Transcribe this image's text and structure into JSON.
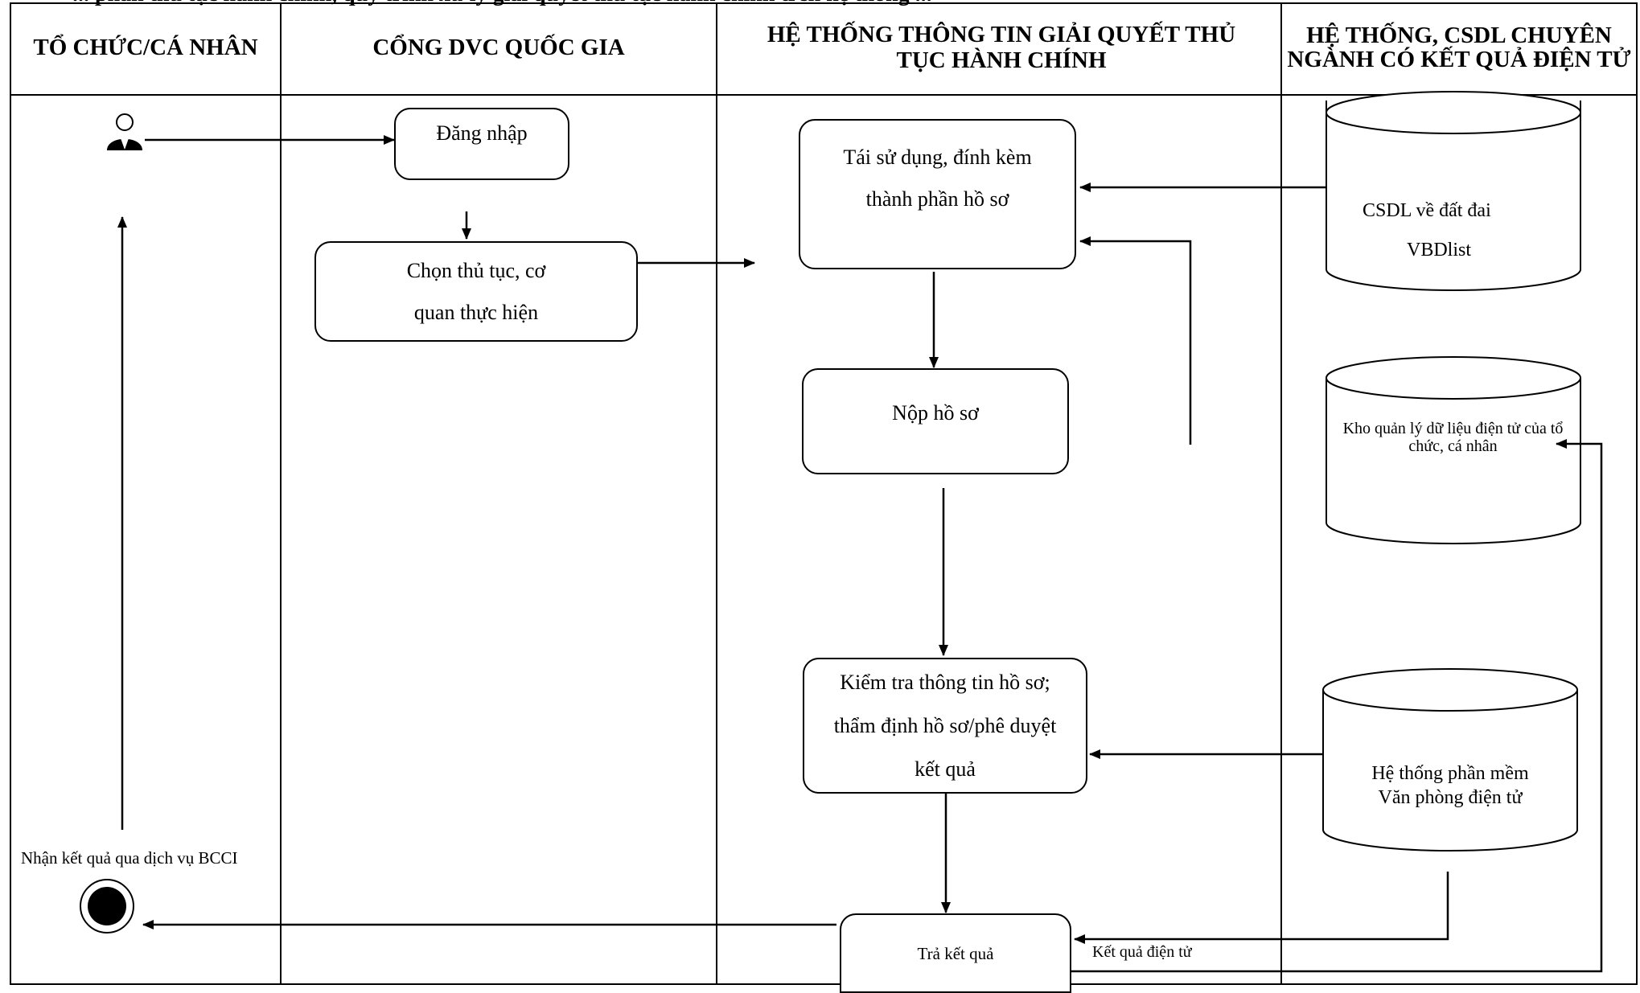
{
  "page_title_fragment": "... phần thủ tục hành chính, quy trình xử lý giải quyết thủ tục hành chính trên hệ thống ...",
  "lanes": [
    {
      "title": "TỔ CHỨC/CÁ NHÂN"
    },
    {
      "title": "CỔNG DVC QUỐC GIA"
    },
    {
      "title": "HỆ THỐNG THÔNG TIN GIẢI QUYẾT THỦ TỤC HÀNH CHÍNH"
    },
    {
      "title": "HỆ THỐNG, CSDL CHUYÊN NGÀNH CÓ KẾT QUẢ ĐIỆN TỬ"
    }
  ],
  "steps": {
    "login": "Đăng nhập",
    "choose": "Chọn thủ tục, cơ quan thực hiện",
    "reuse": "Tái sử dụng, đính kèm thành phần hồ sơ",
    "submit": "Nộp hồ sơ",
    "check": "Kiểm tra thông tin hồ sơ; thẩm định hồ sơ/phê duyệt kết quả",
    "return": "Trả kết quả"
  },
  "databases": {
    "land_line1": "CSDL về đất đai",
    "land_line2": "VBDlist",
    "warehouse": "Kho quản lý dữ liệu điện tử của tổ chức, cá nhân",
    "office_line1": "Hệ thống phần mềm",
    "office_line2": "Văn phòng điện tử"
  },
  "labels": {
    "receive": "Nhận kết quả qua dịch vụ BCCI",
    "e_result": "Kết quả điện tử"
  },
  "icons": {
    "actor": "person-icon",
    "end": "final-state-icon"
  }
}
